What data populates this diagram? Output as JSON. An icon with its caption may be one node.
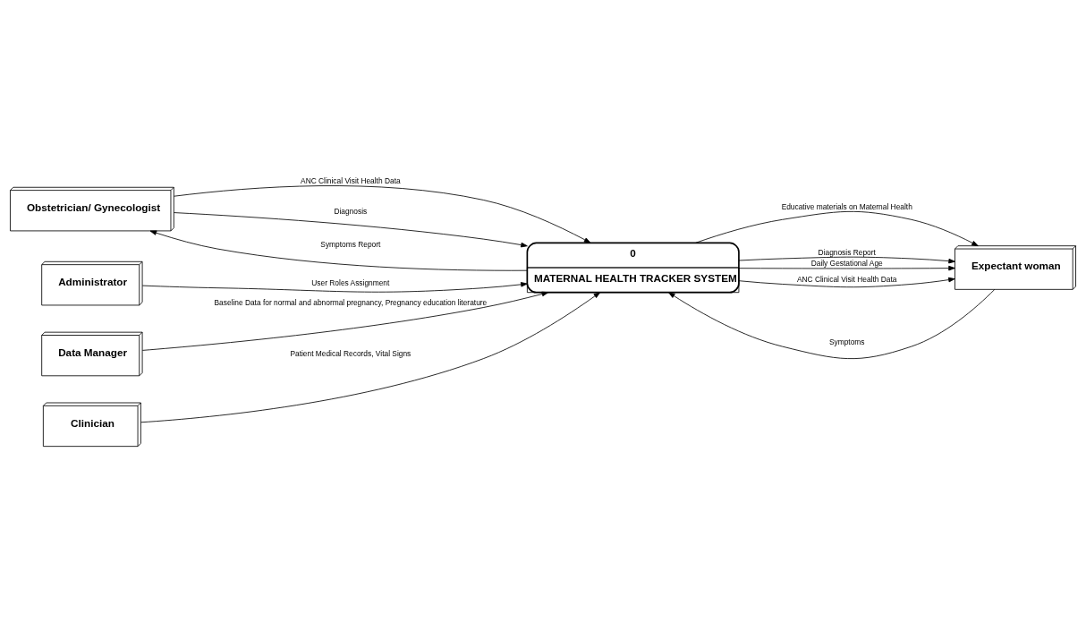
{
  "diagram": {
    "nodes": [
      {
        "text": [
          "Obstetrician/ Gynecologist"
        ]
      },
      {
        "text": [
          "Administrator"
        ]
      },
      {
        "text": [
          "0",
          "MATERNAL HEALTH TRACKER SYSTEM"
        ]
      },
      {
        "text": [
          "Data Manager"
        ]
      },
      {
        "text": [
          "Clinician"
        ]
      },
      {
        "text": [
          "Expectant woman"
        ]
      }
    ],
    "edges": [
      {
        "from": 0,
        "to": 2,
        "arrow": "to",
        "label": "ANC Clinical Visit Health Data"
      },
      {
        "from": 1,
        "to": 2,
        "arrow": "to",
        "label": "User Roles Assignment"
      },
      {
        "from": 2,
        "to": 0,
        "arrow": "to",
        "label": "Symptoms Report"
      },
      {
        "from": 0,
        "to": 2,
        "arrow": "to",
        "label": "Diagnosis"
      },
      {
        "from": 3,
        "to": 2,
        "arrow": "to",
        "label": "Baseline Data for normal and abnormal pregnancy, Pregnancy education literature"
      },
      {
        "from": 4,
        "to": 2,
        "arrow": "to",
        "label": "Patient Medical Records, Vital Signs"
      },
      {
        "from": 2,
        "to": 5,
        "arrow": "to",
        "label": "Educative materials on Maternal Health"
      },
      {
        "from": 5,
        "to": 2,
        "arrow": "to",
        "label": "Symptoms"
      },
      {
        "from": 2,
        "to": 5,
        "arrow": "to",
        "label": "Diagnosis Report"
      },
      {
        "from": 2,
        "to": 5,
        "arrow": "to",
        "label": "Daily Gestational Age"
      },
      {
        "from": 2,
        "to": 5,
        "arrow": "to",
        "label": "ANC Clinical Visit Health Data"
      }
    ]
  }
}
